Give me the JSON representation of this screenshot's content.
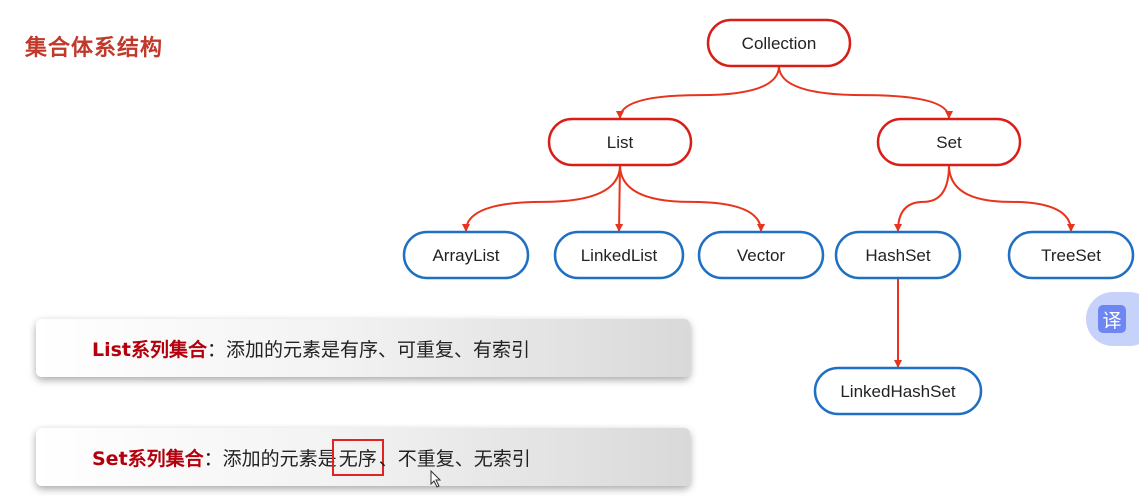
{
  "title": "集合体系结构",
  "colors": {
    "title": "#c0392b",
    "abstract_border": "#d91e18",
    "concrete_border": "#1f6fc2",
    "arrow": "#e8341c",
    "keyword": "#b3000c",
    "highlight_box": "#e02424"
  },
  "tree": {
    "nodes": [
      {
        "id": "collection",
        "label": "Collection",
        "kind": "interface"
      },
      {
        "id": "list",
        "label": "List",
        "kind": "interface"
      },
      {
        "id": "set",
        "label": "Set",
        "kind": "interface"
      },
      {
        "id": "arraylist",
        "label": "ArrayList",
        "kind": "implementation"
      },
      {
        "id": "linkedlist",
        "label": "LinkedList",
        "kind": "implementation"
      },
      {
        "id": "vector",
        "label": "Vector",
        "kind": "implementation"
      },
      {
        "id": "hashset",
        "label": "HashSet",
        "kind": "implementation"
      },
      {
        "id": "treeset",
        "label": "TreeSet",
        "kind": "implementation"
      },
      {
        "id": "linkedhashset",
        "label": "LinkedHashSet",
        "kind": "implementation"
      }
    ],
    "edges": [
      {
        "from": "collection",
        "to": "list"
      },
      {
        "from": "collection",
        "to": "set"
      },
      {
        "from": "list",
        "to": "arraylist"
      },
      {
        "from": "list",
        "to": "linkedlist"
      },
      {
        "from": "list",
        "to": "vector"
      },
      {
        "from": "set",
        "to": "hashset"
      },
      {
        "from": "set",
        "to": "treeset"
      },
      {
        "from": "hashset",
        "to": "linkedhashset"
      }
    ]
  },
  "notes": {
    "list": {
      "keyword": "List系列集合",
      "separator": "：",
      "text": "添加的元素是有序、可重复、有索引"
    },
    "set": {
      "keyword": "Set系列集合",
      "separator": "：",
      "prefix": "添加的元素是",
      "highlighted": "无序",
      "suffix": "、不重复、无索引"
    }
  },
  "translate_button": {
    "glyph": "译",
    "icon": "translate-icon"
  }
}
